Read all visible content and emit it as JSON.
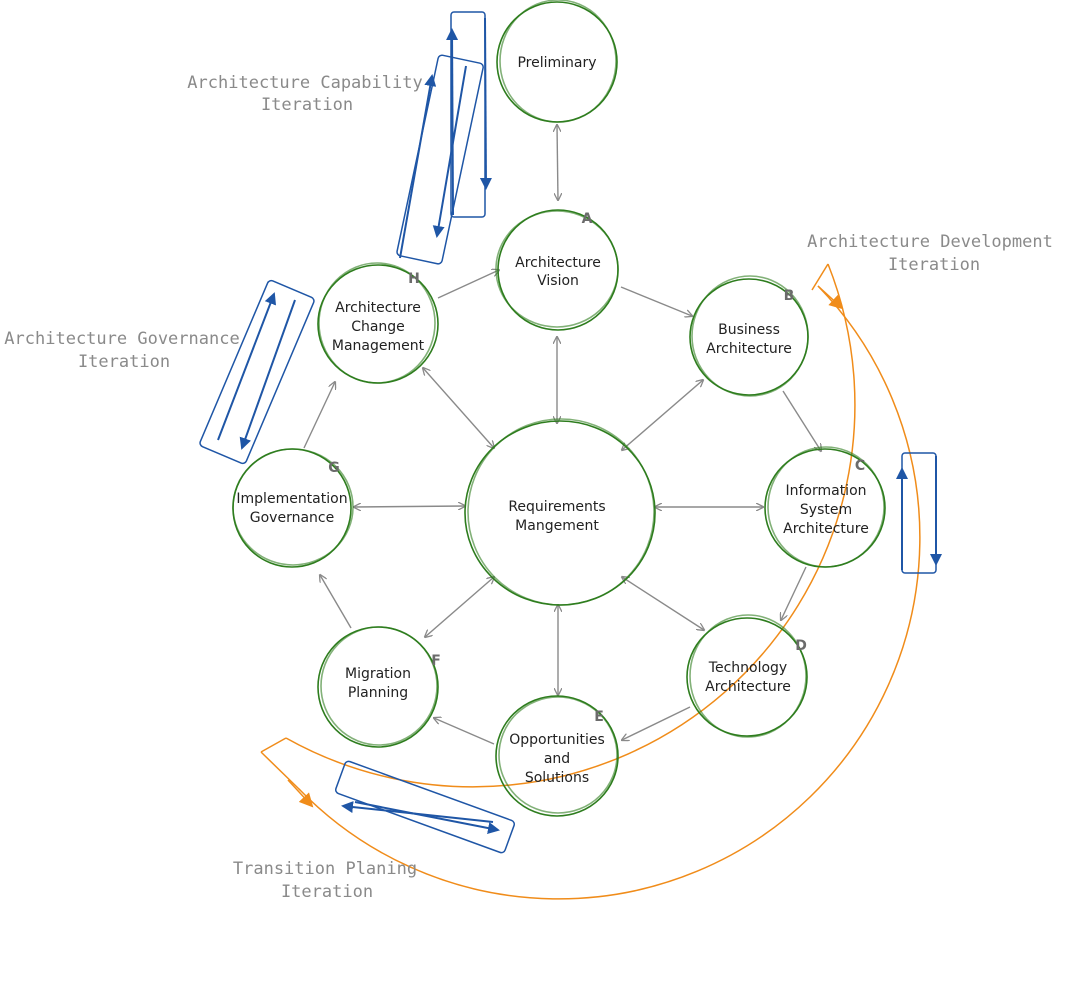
{
  "colors": {
    "node_outline": "#2e7d1e",
    "connector": "#8a8a8a",
    "development_iteration": "#f08c1a",
    "iteration_arrows": "#1f56a6",
    "iteration_label": "#8a8a8a"
  },
  "nodes": {
    "preliminary": {
      "lines": [
        "Preliminary"
      ]
    },
    "a": {
      "letter": "A",
      "lines": [
        "Architecture",
        "Vision"
      ]
    },
    "b": {
      "letter": "B",
      "lines": [
        "Business",
        "Architecture"
      ]
    },
    "c": {
      "letter": "C",
      "lines": [
        "Information",
        "System",
        "Architecture"
      ]
    },
    "d": {
      "letter": "D",
      "lines": [
        "Technology",
        "Architecture"
      ]
    },
    "e": {
      "letter": "E",
      "lines": [
        "Opportunities",
        "and",
        "Solutions"
      ]
    },
    "f": {
      "letter": "F",
      "lines": [
        "Migration",
        "Planning"
      ]
    },
    "g": {
      "letter": "G",
      "lines": [
        "Implementation",
        "Governance"
      ]
    },
    "h": {
      "letter": "H",
      "lines": [
        "Architecture",
        "Change",
        "Management"
      ]
    },
    "center": {
      "lines": [
        "Requirements",
        "Mangement"
      ]
    }
  },
  "iterations": {
    "capability": {
      "lines": [
        "Architecture Capability",
        "Iteration"
      ]
    },
    "development": {
      "lines": [
        "Architecture Development",
        "Iteration"
      ]
    },
    "governance": {
      "lines": [
        "Architecture Governance",
        "Iteration"
      ]
    },
    "transition": {
      "lines": [
        "Transition Planing",
        "Iteration"
      ]
    }
  }
}
